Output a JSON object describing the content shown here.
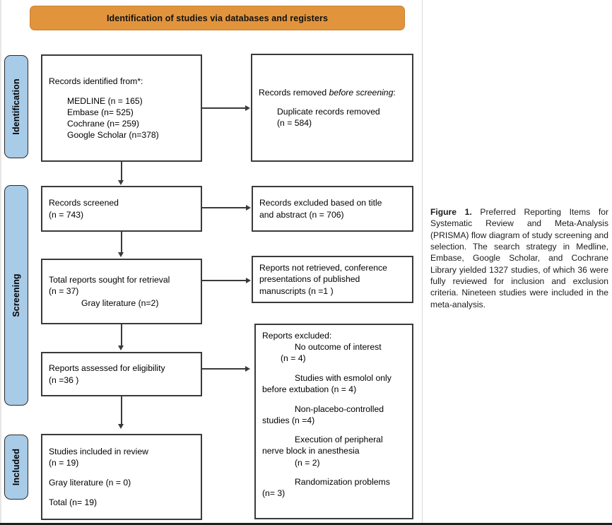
{
  "banner": {
    "title": "Identification of studies via databases and registers"
  },
  "stages": [
    {
      "id": "identification",
      "label": "Identification"
    },
    {
      "id": "screening",
      "label": "Screening"
    },
    {
      "id": "included",
      "label": "Included"
    }
  ],
  "boxes": {
    "identified": {
      "heading": "Records identified from*:",
      "lines": [
        "MEDLINE (n = 165)",
        "Embase (n= 525)",
        "Cochrane (n= 259)",
        "Google Scholar (n=378)"
      ]
    },
    "removed": {
      "lead": "Records removed ",
      "lead_italic": "before screening",
      "lead_tail": ":",
      "line1": "Duplicate records removed",
      "line2": "(n = 584)"
    },
    "screened": {
      "line1": "Records screened",
      "line2": "(n = 743)"
    },
    "excluded_title": {
      "line1": "Records excluded based on title",
      "line2": "and abstract (n = 706)"
    },
    "sought": {
      "line1": "Total reports sought for retrieval",
      "line2": "(n = 37)",
      "line3": "Gray literature (n=2)"
    },
    "not_retrieved": {
      "line1": "Reports not retrieved, conference",
      "line2": "presentations of published",
      "line3": "manuscripts (n =1 )"
    },
    "eligibility": {
      "line1": "Reports assessed for eligibility",
      "line2": "(n =36 )"
    },
    "excluded_reports": {
      "heading": "Reports excluded:",
      "items": [
        {
          "l1": "No outcome of interest",
          "l2": "(n = 4)"
        },
        {
          "l1": "Studies with esmolol only",
          "l2": "before extubation (n = 4)"
        },
        {
          "l1": "Non-placebo-controlled",
          "l2": "studies (n =4)"
        },
        {
          "l1": "Execution of peripheral",
          "l2": "nerve block in anesthesia",
          "l3": "(n = 2)"
        },
        {
          "l1": "Randomization problems",
          "l2": "(n= 3)"
        }
      ]
    },
    "included": {
      "line1": "Studies included in review",
      "line2": "(n = 19)",
      "line3": "Gray literature (n = 0)",
      "line4": "Total (n= 19)"
    }
  },
  "caption": {
    "label": "Figure 1.",
    "text": " Preferred Reporting Items for Systematic Review and Meta-Analysis (PRISMA) flow diagram of study screening and selection. The search strategy in Medline, Embase, Google Scholar, and Cochrane Library yielded 1327 studies, of which 36 were fully reviewed for inclusion and exclusion criteria. Nineteen studies were included in the meta-analysis."
  },
  "colors": {
    "banner_orange": "#E2943C",
    "stage_blue": "#A8CBE8",
    "box_border": "#3A3A3A"
  }
}
